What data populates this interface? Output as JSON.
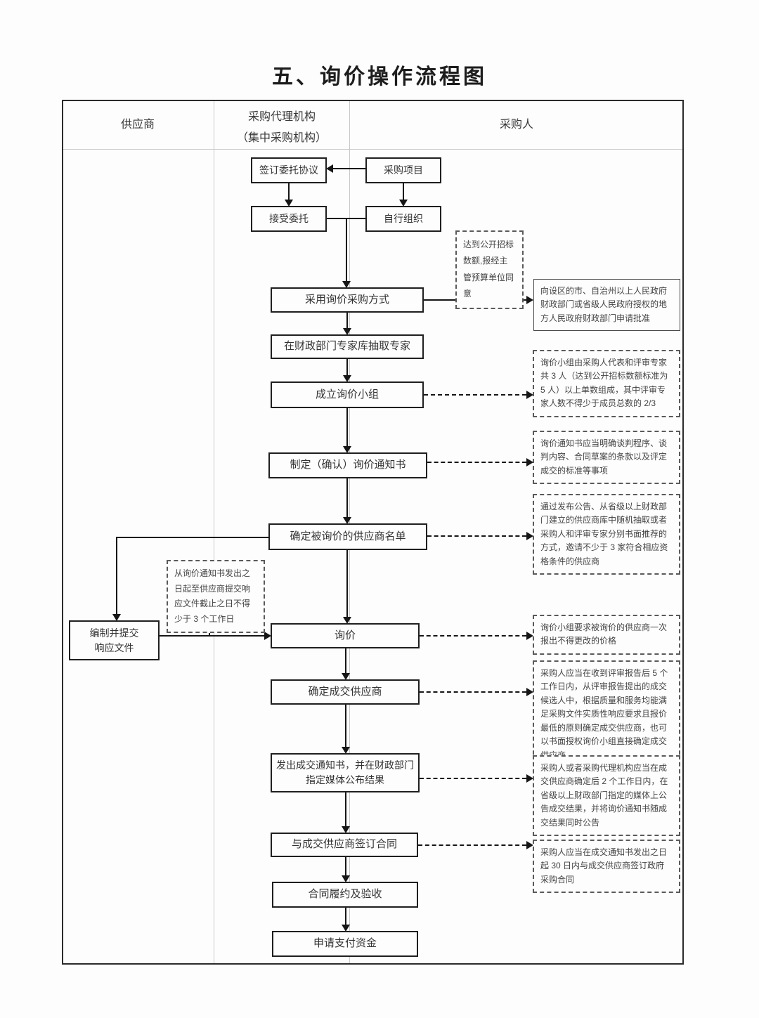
{
  "title": "五、询价操作流程图",
  "lanes": {
    "supplier": "供应商",
    "agency_line1": "采购代理机构",
    "agency_line2": "（集中采购机构）",
    "purchaser": "采购人"
  },
  "nodes": {
    "sign_agreement": "签订委托协议",
    "procurement_project": "采购项目",
    "accept_entrust": "接受委托",
    "self_organize": "自行组织",
    "adopt_inquiry": "采用询价采购方式",
    "extract_experts": "在财政部门专家库抽取专家",
    "form_group": "成立询价小组",
    "make_notice": "制定（确认）询价通知书",
    "determine_list": "确定被询价的供应商名单",
    "prepare_docs_line1": "编制并提交",
    "prepare_docs_line2": "响应文件",
    "inquiry": "询价",
    "determine_supplier": "确定成交供应商",
    "issue_notice": "发出成交通知书，并在财政部门指定媒体公布结果",
    "sign_contract": "与成交供应商签订合同",
    "contract_performance": "合同履约及验收",
    "apply_payment": "申请支付资金"
  },
  "notes": {
    "reach_threshold": "达到公开招标数额,报经主管预算单位同意",
    "apply_approval": "向设区的市、自治州以上人民政府财政部门或省级人民政府授权的地方人民政府财政部门申请批准",
    "group_composition": "询价小组由采购人代表和评审专家共 3 人（达到公开招标数额标准为 5 人）以上单数组成，其中评审专家人数不得少于成员总数的 2/3",
    "notice_content": "询价通知书应当明确谈判程序、谈判内容、合同草案的条款以及评定成交的标准等事项",
    "supplier_selection": "通过发布公告、从省级以上财政部门建立的供应商库中随机抽取或者采购人和评审专家分别书面推荐的方式，邀请不少于 3 家符合相应资格条件的供应商",
    "one_quote": "询价小组要求被询价的供应商一次报出不得更改的价格",
    "determine_rule": "采购人应当在收到评审报告后 5 个工作日内，从评审报告提出的成交候选人中，根据质量和服务均能满足采购文件实质性响应要求且报价最低的原则确定成交供应商，也可以书面授权询价小组直接确定成交供应商",
    "announce_result": "采购人或者采购代理机构应当在成交供应商确定后 2 个工作日内，在省级以上财政部门指定的媒体上公告成交结果，并将询价通知书随成交结果同时公告",
    "contract_deadline": "采购人应当在成交通知书发出之日起 30 日内与成交供应商签订政府采购合同",
    "response_deadline": "从询价通知书发出之日起至供应商提交响应文件截止之日不得少于 3 个工作日"
  },
  "colors": {
    "line": "#161616",
    "box_border": "#1f1f1f",
    "lane_divider": "#c8c8c8",
    "text": "#3d3d3d"
  }
}
